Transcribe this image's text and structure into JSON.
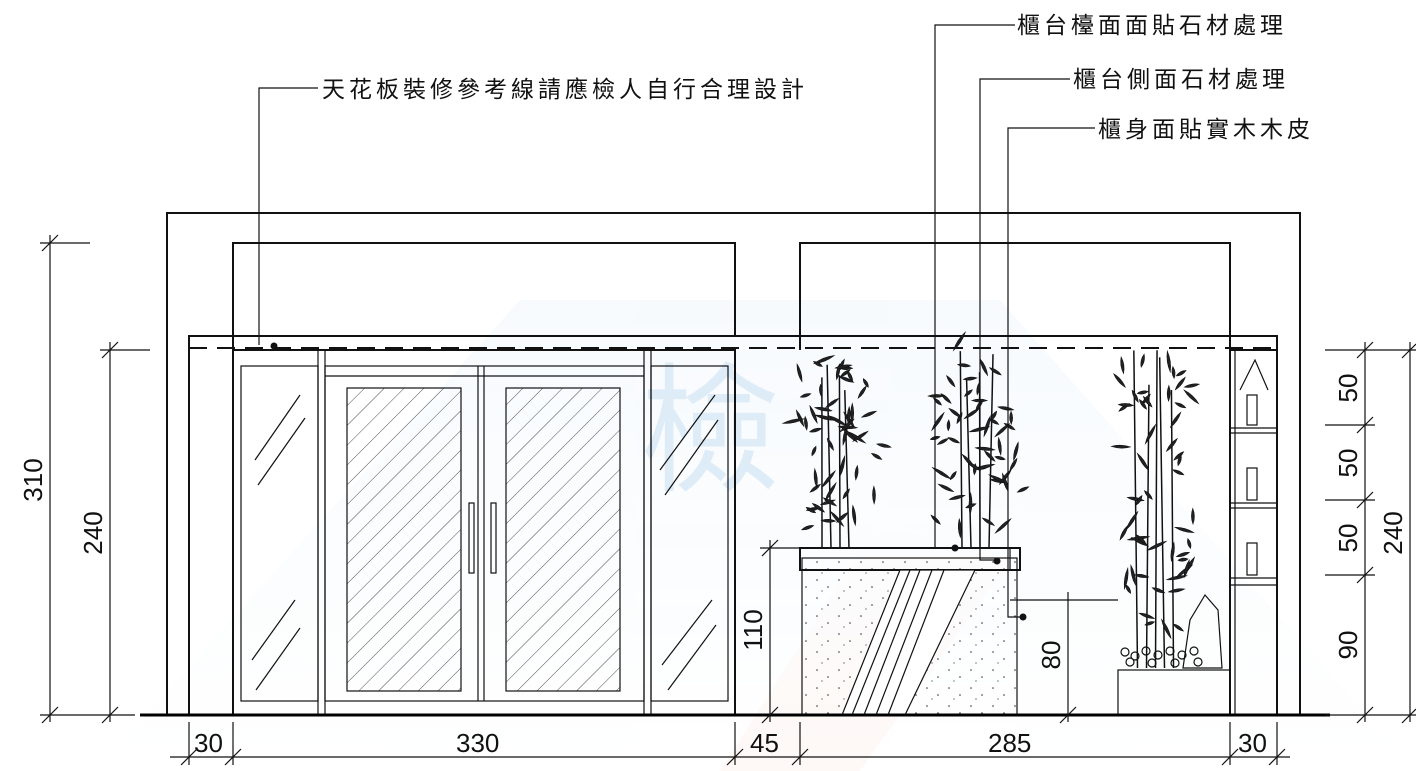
{
  "annotations": {
    "ceiling_note": "天花板裝修參考線請應檢人自行合理設計",
    "counter_top_note": "櫃台檯面面貼石材處理",
    "counter_side_note": "櫃台側面石材處理",
    "cabinet_note": "櫃身面貼實木木皮"
  },
  "dimensions": {
    "bottom": [
      "30",
      "330",
      "45",
      "285",
      "30"
    ],
    "left_overall": "310",
    "left_ceiling": "240",
    "counter_height": "110",
    "inner_height": "80",
    "right_segments": [
      "50",
      "50",
      "50",
      "90"
    ],
    "right_total": "240"
  },
  "watermark": {
    "text": "檢",
    "colors": [
      "#3b8fd6",
      "#f08a5d"
    ]
  }
}
